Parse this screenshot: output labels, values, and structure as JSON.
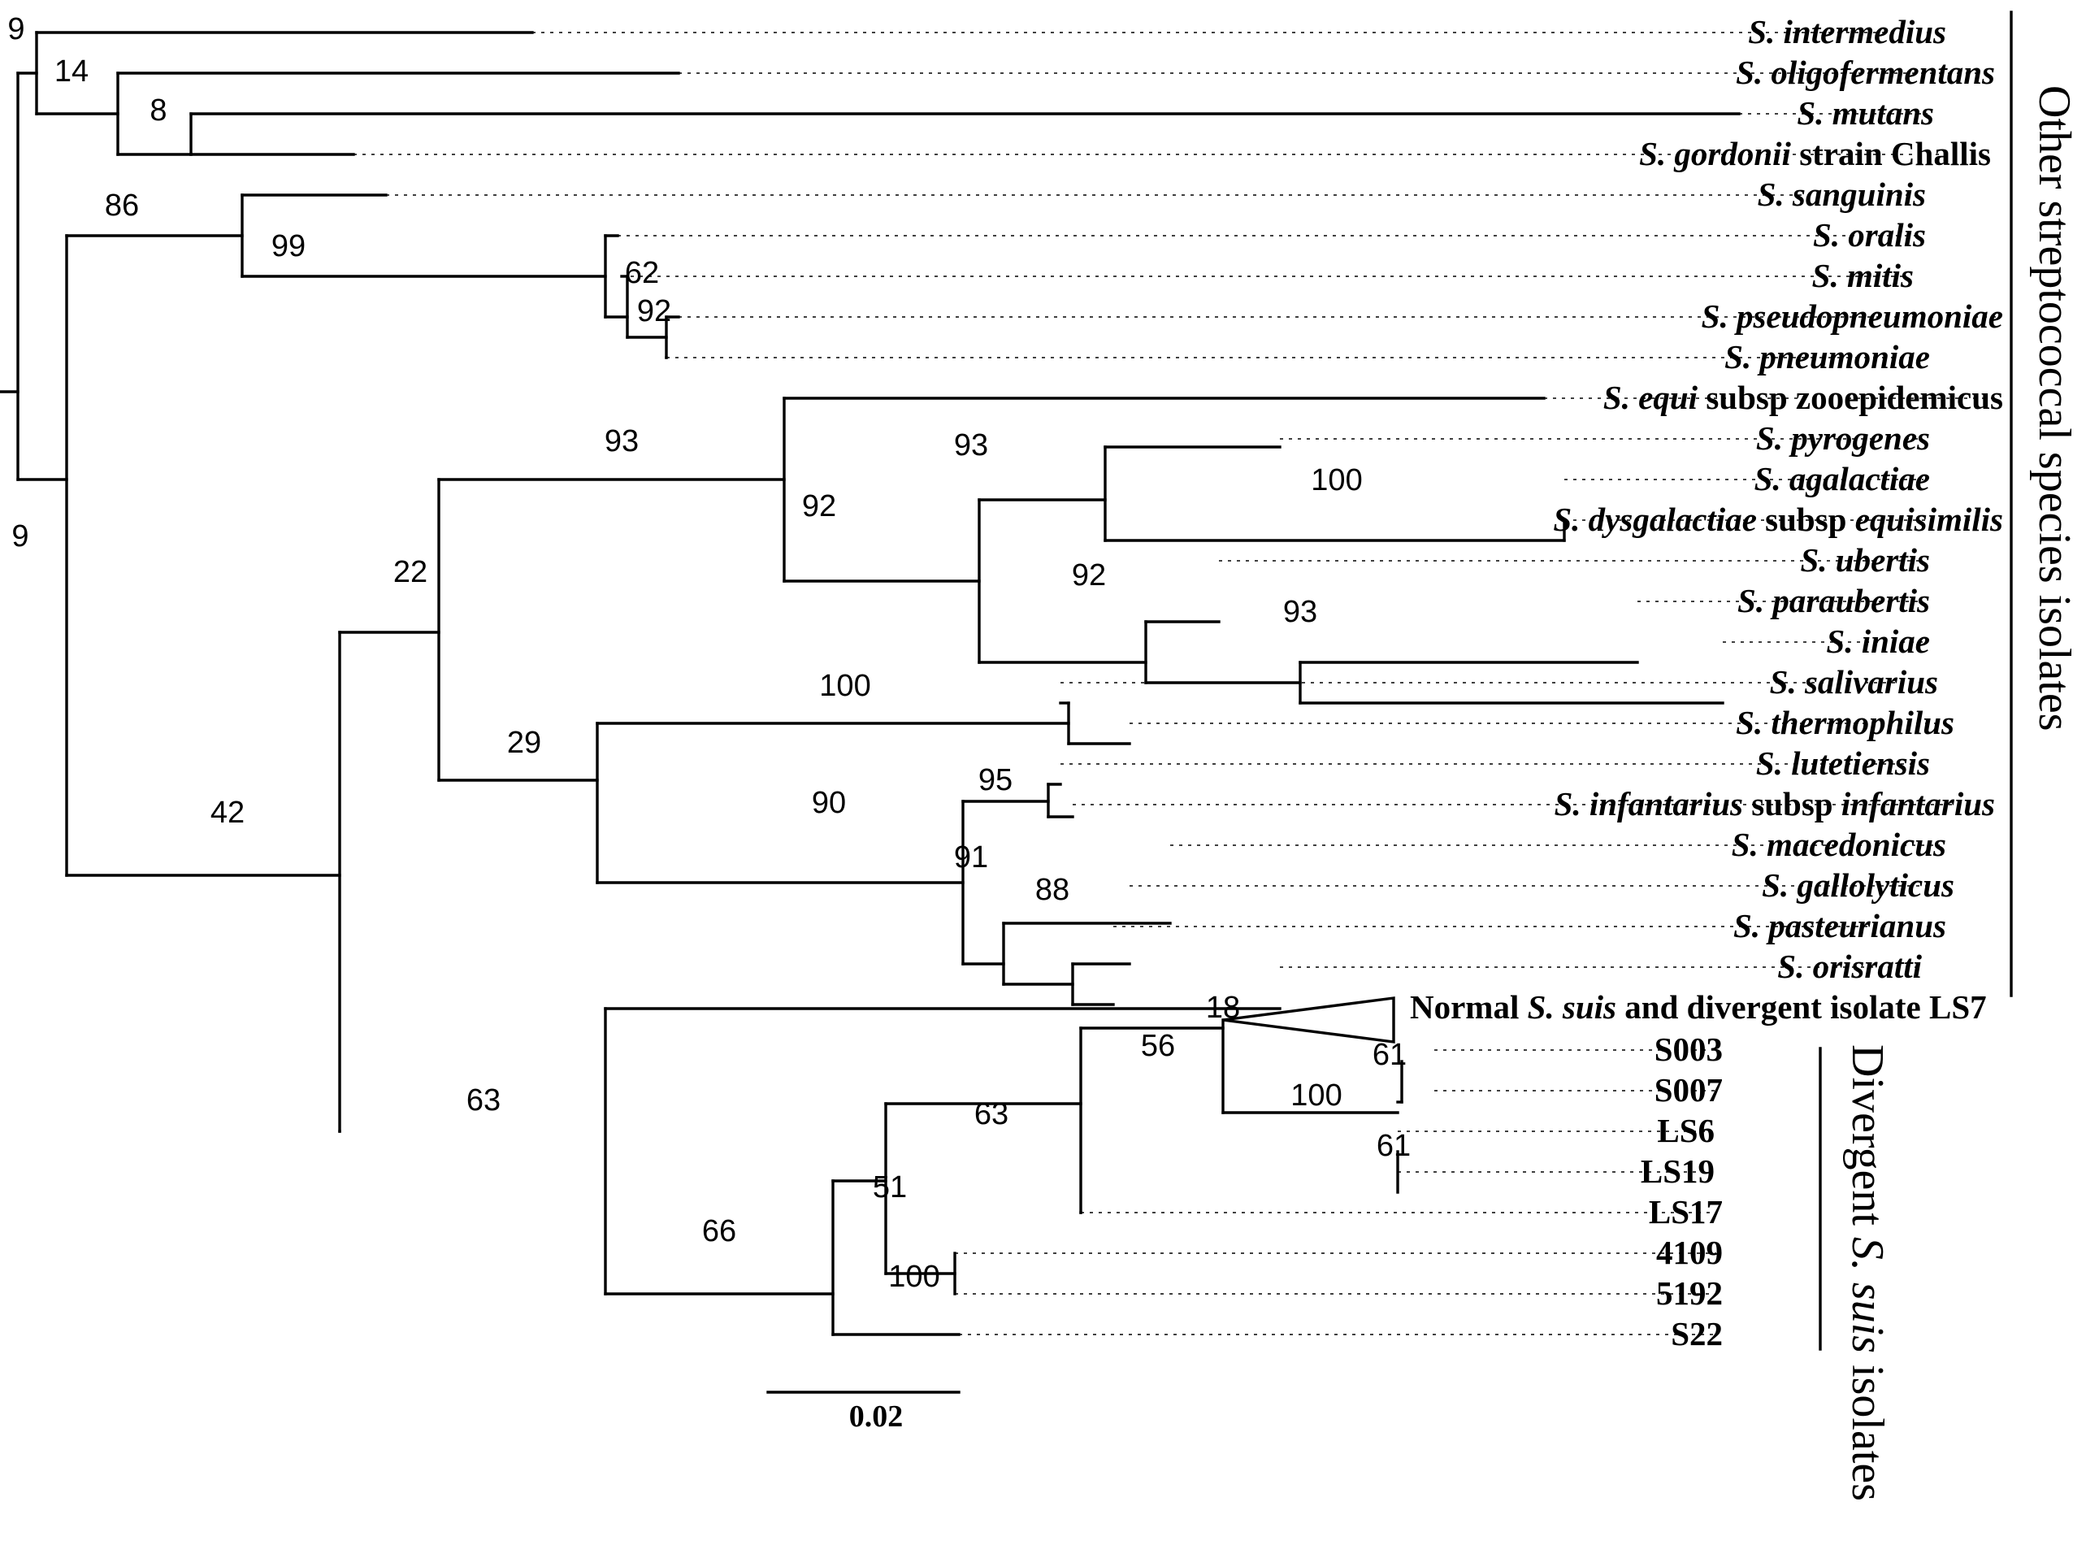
{
  "leaves": [
    {
      "id": "intermedius",
      "parts": [
        {
          "text": "S. intermedius",
          "italic": true
        }
      ]
    },
    {
      "id": "oligofermentans",
      "parts": [
        {
          "text": "S. oligofermentans",
          "italic": true
        }
      ]
    },
    {
      "id": "mutans",
      "parts": [
        {
          "text": "S. mutans",
          "italic": true
        }
      ]
    },
    {
      "id": "gordonii",
      "parts": [
        {
          "text": "S. gordonii",
          "italic": true
        },
        {
          "text": " strain Challis",
          "italic": false
        }
      ]
    },
    {
      "id": "sanguinis",
      "parts": [
        {
          "text": "S. sanguinis",
          "italic": true
        }
      ]
    },
    {
      "id": "oralis",
      "parts": [
        {
          "text": "S. oralis",
          "italic": true
        }
      ]
    },
    {
      "id": "mitis",
      "parts": [
        {
          "text": "S. mitis",
          "italic": true
        }
      ]
    },
    {
      "id": "pseudopneumoniae",
      "parts": [
        {
          "text": "S. pseudopneumoniae",
          "italic": true
        }
      ]
    },
    {
      "id": "pneumoniae",
      "parts": [
        {
          "text": "S. pneumoniae",
          "italic": true
        }
      ]
    },
    {
      "id": "equi",
      "parts": [
        {
          "text": "S. equi",
          "italic": true
        },
        {
          "text": " subsp zooepidemicus",
          "italic": false
        }
      ]
    },
    {
      "id": "pyrogenes",
      "parts": [
        {
          "text": "S. pyrogenes",
          "italic": true
        }
      ]
    },
    {
      "id": "agalactiae",
      "parts": [
        {
          "text": "S. agalactiae",
          "italic": true
        }
      ]
    },
    {
      "id": "dysgalactiae",
      "parts": [
        {
          "text": "S. dysgalactiae",
          "italic": true
        },
        {
          "text": " subsp ",
          "italic": false
        },
        {
          "text": "equisimilis",
          "italic": true
        }
      ]
    },
    {
      "id": "ubertis",
      "parts": [
        {
          "text": "S. ubertis",
          "italic": true
        }
      ]
    },
    {
      "id": "paraubertis",
      "parts": [
        {
          "text": "S. paraubertis",
          "italic": true
        }
      ]
    },
    {
      "id": "iniae",
      "parts": [
        {
          "text": "S. iniae",
          "italic": true
        }
      ]
    },
    {
      "id": "salivarius",
      "parts": [
        {
          "text": "S. salivarius",
          "italic": true
        }
      ]
    },
    {
      "id": "thermophilus",
      "parts": [
        {
          "text": "S. thermophilus",
          "italic": true
        }
      ]
    },
    {
      "id": "lutetiensis",
      "parts": [
        {
          "text": "S. lutetiensis",
          "italic": true
        }
      ]
    },
    {
      "id": "infantarius",
      "parts": [
        {
          "text": "S. infantarius",
          "italic": true
        },
        {
          "text": " subsp ",
          "italic": false
        },
        {
          "text": "infantarius",
          "italic": true
        }
      ]
    },
    {
      "id": "macedonicus",
      "parts": [
        {
          "text": "S. macedonicus",
          "italic": true
        }
      ]
    },
    {
      "id": "gallolyticus",
      "parts": [
        {
          "text": "S. gallolyticus",
          "italic": true
        }
      ]
    },
    {
      "id": "pasteurianus",
      "parts": [
        {
          "text": "S. pasteurianus",
          "italic": true
        }
      ]
    },
    {
      "id": "orisratti",
      "parts": [
        {
          "text": "S. orisratti",
          "italic": true
        }
      ]
    },
    {
      "id": "normal_suis",
      "parts": [
        {
          "text": "Normal ",
          "italic": false
        },
        {
          "text": "S. suis",
          "italic": true
        },
        {
          "text": " and divergent isolate LS7",
          "italic": false
        }
      ]
    },
    {
      "id": "S003",
      "parts": [
        {
          "text": "S003",
          "italic": false
        }
      ]
    },
    {
      "id": "S007",
      "parts": [
        {
          "text": "S007",
          "italic": false
        }
      ]
    },
    {
      "id": "LS6",
      "parts": [
        {
          "text": "LS6",
          "italic": false
        }
      ]
    },
    {
      "id": "LS19",
      "parts": [
        {
          "text": "LS19",
          "italic": false
        }
      ]
    },
    {
      "id": "LS17",
      "parts": [
        {
          "text": "LS17",
          "italic": false
        }
      ]
    },
    {
      "id": "4109",
      "parts": [
        {
          "text": "4109",
          "italic": false
        }
      ]
    },
    {
      "id": "5192",
      "parts": [
        {
          "text": "5192",
          "italic": false
        }
      ]
    },
    {
      "id": "S22",
      "parts": [
        {
          "text": "S22",
          "italic": false
        }
      ]
    }
  ],
  "bootstrap_values": [
    "9",
    "14",
    "8",
    "86",
    "99",
    "62",
    "92",
    "9",
    "42",
    "22",
    "93",
    "93",
    "92",
    "100",
    "92",
    "93",
    "29",
    "100",
    "90",
    "95",
    "91",
    "88",
    "63",
    "66",
    "51",
    "63",
    "56",
    "18",
    "100",
    "61",
    "61",
    "100"
  ],
  "groups": [
    {
      "id": "other",
      "parts": [
        {
          "text": "Other streptococcal species isolates",
          "italic": false
        }
      ]
    },
    {
      "id": "divergent",
      "parts": [
        {
          "text": "Divergent ",
          "italic": false
        },
        {
          "text": "S. suis",
          "italic": true
        },
        {
          "text": " isolates",
          "italic": false
        }
      ]
    }
  ],
  "scale_bar": {
    "label": "0.02"
  }
}
